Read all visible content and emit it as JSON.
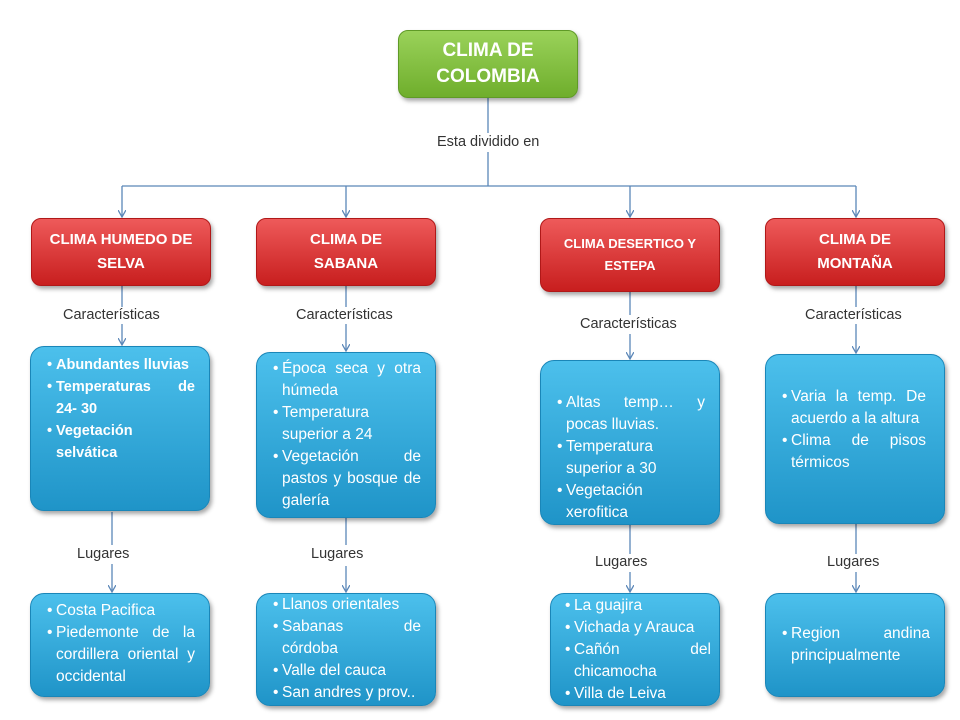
{
  "root": {
    "title": "CLIMA DE COLOMBIA",
    "edge_label": "Esta dividido en"
  },
  "labels": {
    "caracteristicas": "Características",
    "lugares": "Lugares"
  },
  "climates": [
    {
      "title": "CLIMA HUMEDO DE SELVA",
      "caracteristicas": [
        "Abundantes lluvias",
        "Temperaturas de 24- 30",
        "Vegetación selvática"
      ],
      "lugares": [
        "Costa Pacifica",
        "Piedemonte de la cordillera oriental y occidental"
      ]
    },
    {
      "title": "CLIMA DE SABANA",
      "caracteristicas": [
        "Época seca y otra húmeda",
        "Temperatura superior a 24",
        "Vegetación de pastos y bosque de galería"
      ],
      "lugares": [
        "Llanos orientales",
        "Sabanas de córdoba",
        "Valle del cauca",
        "San andres y prov.."
      ]
    },
    {
      "title": "CLIMA DESERTICO Y ESTEPA",
      "caracteristicas": [
        "Altas temp… y pocas lluvias.",
        "Temperatura superior a 30",
        "Vegetación xerofitica"
      ],
      "lugares": [
        "La guajira",
        "Vichada y Arauca",
        "Cañón del chicamocha",
        "Villa de Leiva"
      ]
    },
    {
      "title": "CLIMA DE MONTAÑA",
      "caracteristicas": [
        "Varia la temp. De acuerdo a la altura",
        "Clima de pisos térmicos"
      ],
      "lugares": [
        "Region andina principualmente"
      ]
    }
  ],
  "colors": {
    "root": "#7ab93a",
    "category": "#d92b2b",
    "detail": "#2aa5d8",
    "connector": "#5b87b8"
  }
}
